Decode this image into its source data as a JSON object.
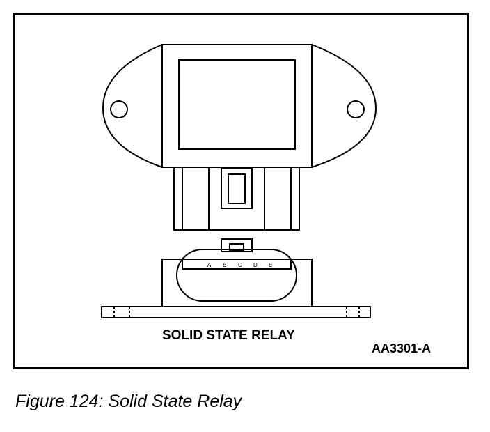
{
  "diagram": {
    "title": "SOLID STATE RELAY",
    "part_number": "AA3301-A",
    "connector_pins": [
      "A",
      "B",
      "C",
      "D",
      "E"
    ]
  },
  "caption": "Figure 124: Solid State Relay"
}
